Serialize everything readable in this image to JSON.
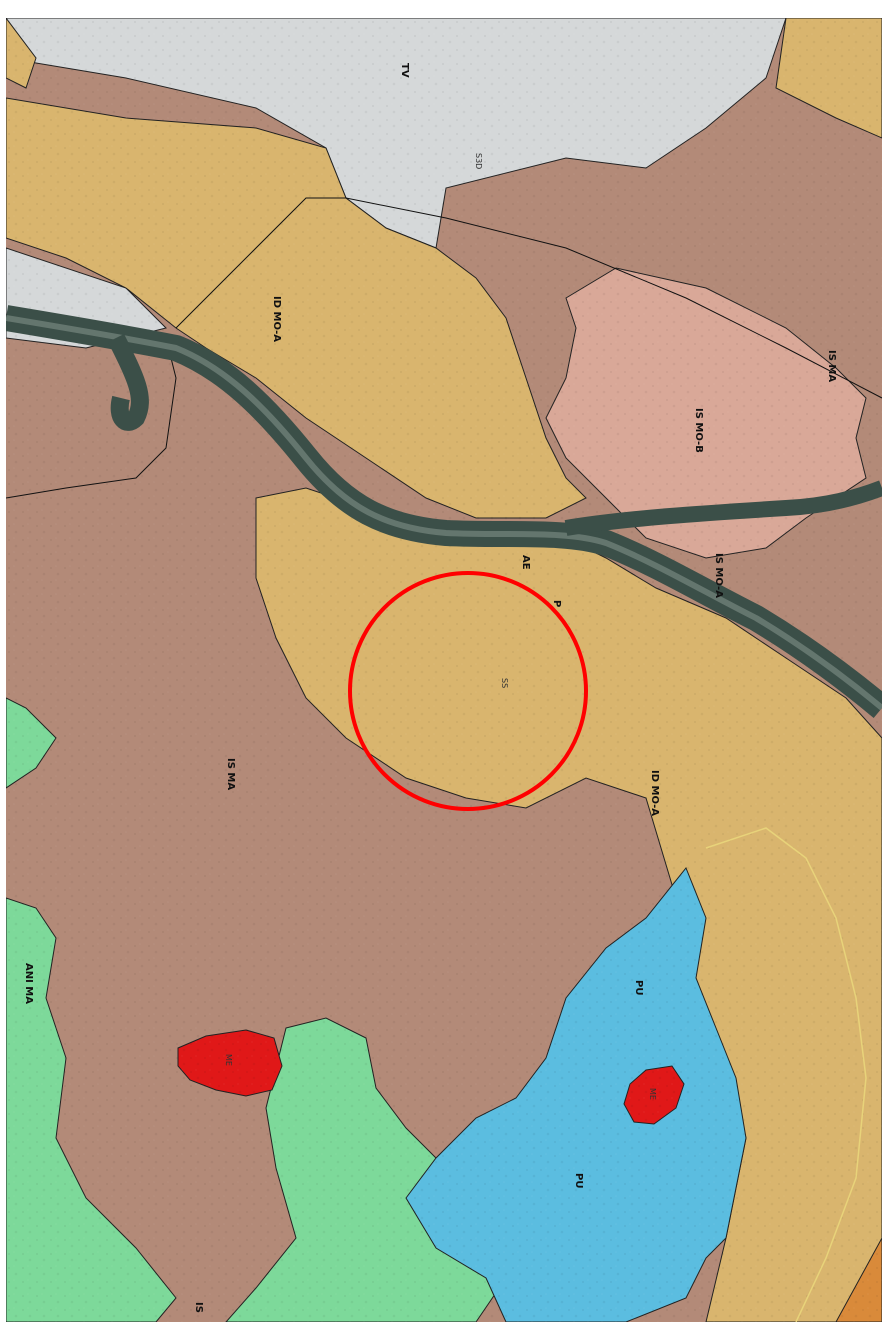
{
  "map": {
    "colors": {
      "residential_brown": "#b38a78",
      "industrial_yellow": "#d9b56e",
      "pink_zone": "#d9a898",
      "green_zone": "#7dd99a",
      "blue_zone": "#5bbde0",
      "red_zone": "#e01818",
      "grey_zone": "#d5d8d9",
      "river": "#3b4f48",
      "highlight_circle": "#ff0000"
    },
    "labels": {
      "tv": "TV",
      "s3d": "S3D",
      "id_mo_a_top": "ID MO-A",
      "is_ma_right": "IS MA",
      "is_mo_b": "IS MO-B",
      "is_mo_a": "IS MO-A",
      "ae": "AE",
      "p": "P",
      "ss": "SS",
      "is_ma_center": "IS MA",
      "id_mo_a_bottom": "ID MO-A",
      "ani_ma": "ANI MA",
      "me_left": "ME",
      "me_right": "ME",
      "pu_upper": "PU",
      "pu_lower": "PU",
      "is_bottom": "IS"
    }
  }
}
